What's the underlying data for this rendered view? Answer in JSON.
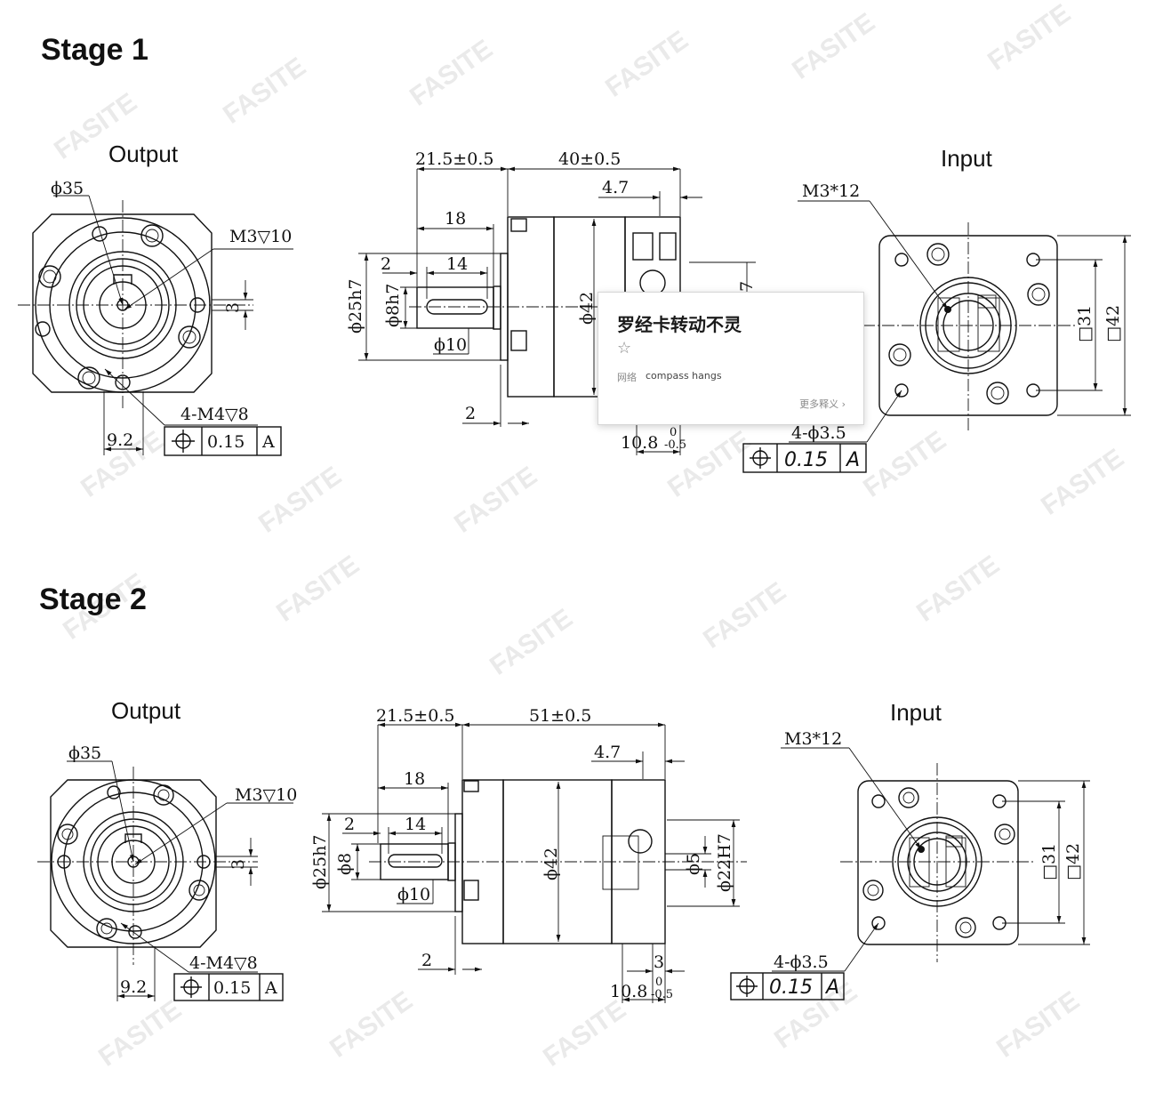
{
  "stage1": {
    "heading": "Stage 1",
    "output_title": "Output",
    "input_title": "Input",
    "dims": {
      "phi35": "ϕ35",
      "m3_10": "M3▽10",
      "three": "3",
      "m4_8": "4-M4▽8",
      "nine_two": "9.2",
      "tol_val": "0.15",
      "tol_ref": "A",
      "l21": "21.5±0.5",
      "l40": "40±0.5",
      "l4_7": "4.7",
      "l18": "18",
      "l2a": "2",
      "l14": "14",
      "phi25": "ϕ25h7",
      "phi8": "ϕ8h7",
      "phi10": "ϕ10",
      "phi42": "ϕ42",
      "l2b": "2",
      "l10_8": "10.8",
      "tol_up": "0",
      "tol_dn": "-0.5",
      "m3_12": "M3*12",
      "sq31": "□31",
      "sq42": "□42",
      "holes": "4-ϕ3.5",
      "tol2_val": "0.15",
      "tol2_ref": "A",
      "partial7": "7"
    }
  },
  "stage2": {
    "heading": "Stage 2",
    "output_title": "Output",
    "input_title": "Input",
    "dims": {
      "phi35": "ϕ35",
      "m3_10": "M3▽10",
      "three": "3",
      "m4_8": "4-M4▽8",
      "nine_two": "9.2",
      "tol_val": "0.15",
      "tol_ref": "A",
      "l21": "21.5±0.5",
      "l51": "51±0.5",
      "l4_7": "4.7",
      "l18": "18",
      "l2a": "2",
      "l14": "14",
      "phi25": "ϕ25h7",
      "phi8": "ϕ8",
      "phi10": "ϕ10",
      "phi42": "ϕ42",
      "phi5": "ϕ5",
      "phi22": "ϕ22H7",
      "l2b": "2",
      "l3": "3",
      "l10_8": "10.8",
      "tol_up": "0",
      "tol_dn": "-0.5",
      "m3_12": "M3*12",
      "sq31": "□31",
      "sq42": "□42",
      "holes": "4-ϕ3.5",
      "tol2_val": "0.15",
      "tol2_ref": "A"
    }
  },
  "popup": {
    "title": "罗经卡转动不灵",
    "tag": "网络",
    "definition": "compass hangs",
    "more": "更多释义 ›"
  },
  "watermark": "FASITE"
}
